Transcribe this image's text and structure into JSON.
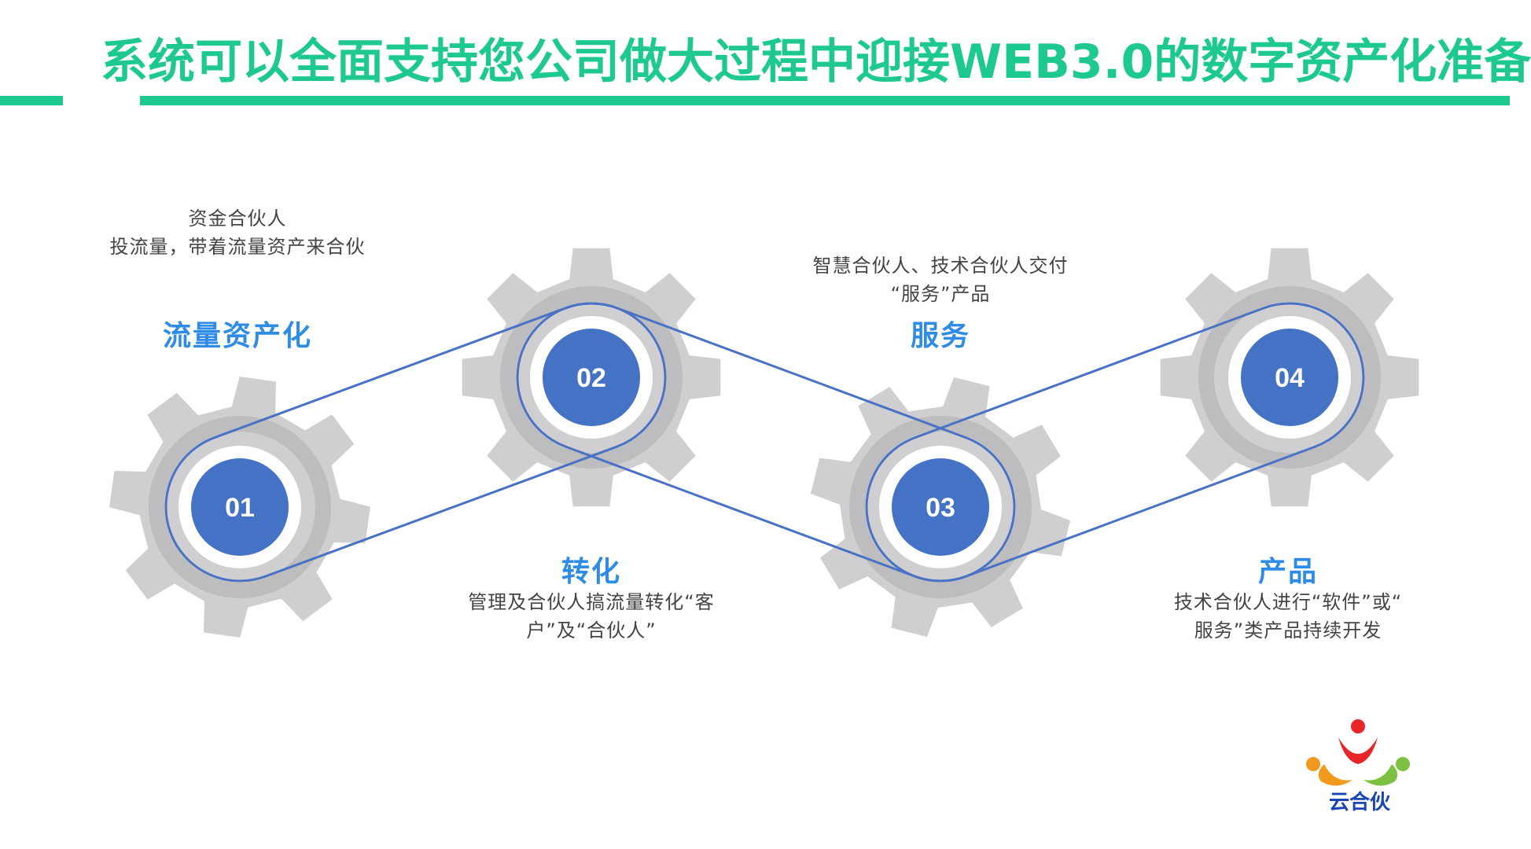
{
  "title": "系统可以全面支持您公司做大过程中迎接WEB3.0的数字资产化准备",
  "colors": {
    "accent": "#1ec98f",
    "label": "#2e8be6",
    "gear": "#cfcfd1",
    "belt": "#4a72c4",
    "circle": "#4472c4"
  },
  "steps": [
    {
      "num": "01",
      "label": "流量资产化",
      "desc": [
        "资金合伙人",
        "投流量，带着流量资产来合伙"
      ]
    },
    {
      "num": "02",
      "label": "转化",
      "desc": [
        "管理及合伙人搞流量转化“客",
        "户”及“合伙人”"
      ]
    },
    {
      "num": "03",
      "label": "服务",
      "desc": [
        "智慧合伙人、技术合伙人交付",
        "“服务”产品"
      ]
    },
    {
      "num": "04",
      "label": "产品",
      "desc": [
        "技术合伙人进行“软件”或“",
        "服务”类产品持续开发"
      ]
    }
  ],
  "logo": {
    "text": "云合伙",
    "icon": "people-group-logo-icon"
  }
}
